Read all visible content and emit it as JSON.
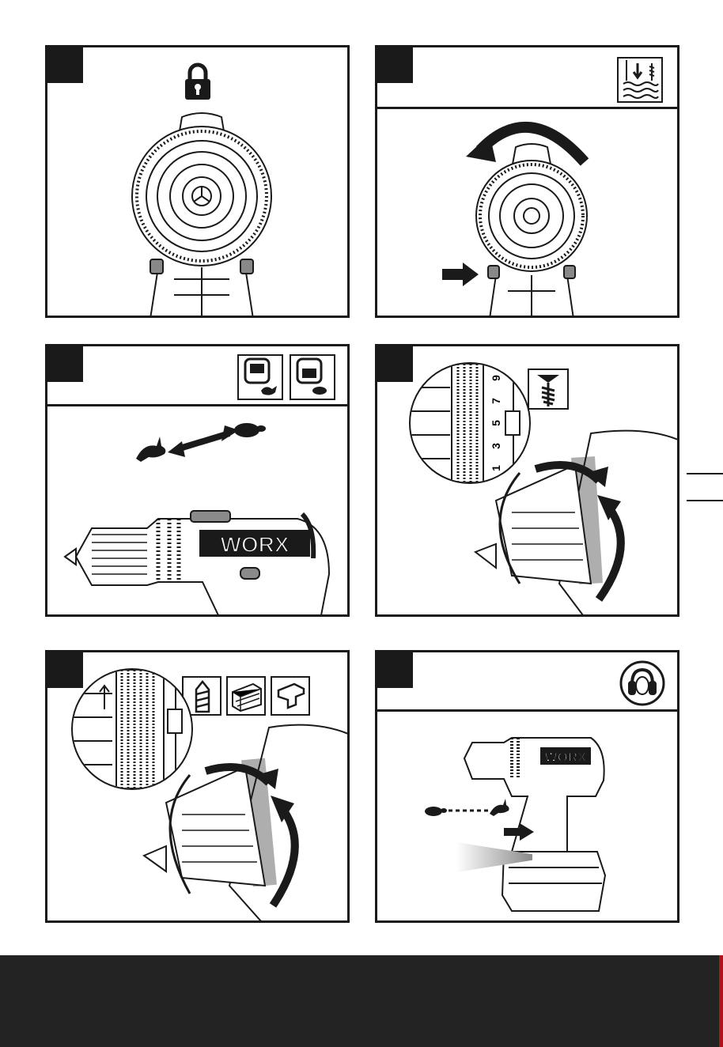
{
  "brand": {
    "logo_text": "WORX"
  },
  "panels": [
    {
      "icons": [
        "padlock-icon"
      ]
    },
    {
      "icons": [
        "drill-into-wood-icon",
        "rotate-arrow-icon",
        "push-arrow-icon"
      ]
    },
    {
      "icons": [
        "gear-switch-high-speed-icon",
        "gear-switch-low-speed-icon",
        "rabbit-icon",
        "turtle-icon",
        "double-arrow-icon"
      ]
    },
    {
      "icons": [
        "screw-icon"
      ],
      "torque_scale": [
        "1",
        "3",
        "5",
        "7",
        "9"
      ]
    },
    {
      "icons": [
        "metal-drill-bit-icon",
        "wood-icon",
        "metal-profile-icon"
      ]
    },
    {
      "icons": [
        "ear-protection-icon",
        "turtle-icon",
        "rabbit-icon",
        "trigger-arrow-icon",
        "work-light-icon"
      ]
    }
  ],
  "colors": {
    "ink": "#1a1a1a",
    "footer": "#232323",
    "accent": "#b3121b",
    "grey": "#8a8a8a"
  }
}
